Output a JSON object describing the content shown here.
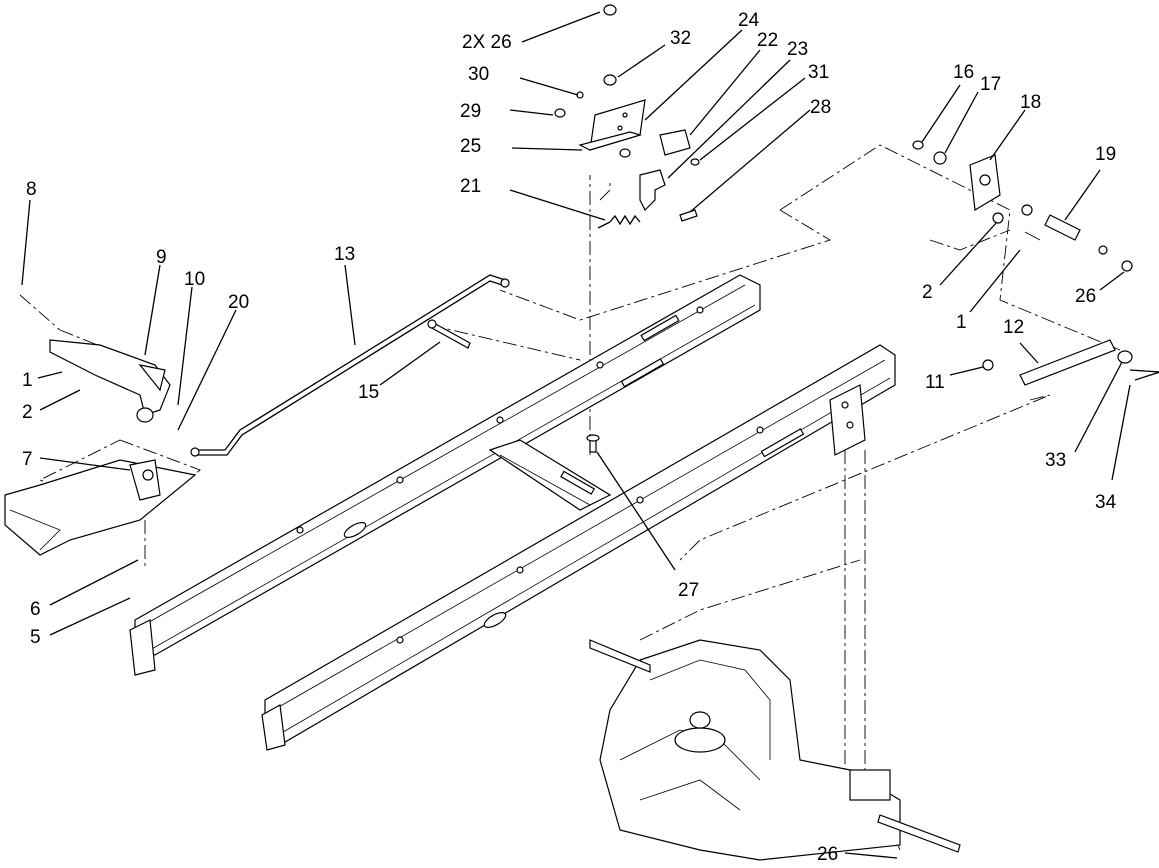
{
  "callouts": {
    "c2x26": "2X 26",
    "c32": "32",
    "c24": "24",
    "c22": "22",
    "c23": "23",
    "c30": "30",
    "c31": "31",
    "c29": "29",
    "c28": "28",
    "c25": "25",
    "c21": "21",
    "c16": "16",
    "c17": "17",
    "c18": "18",
    "c19": "19",
    "c8": "8",
    "c9": "9",
    "c10": "10",
    "c20": "20",
    "c13": "13",
    "c2a": "2",
    "c26b": "26",
    "c1a": "1",
    "c12": "12",
    "c1b": "1",
    "c2b": "2",
    "c15": "15",
    "c11": "11",
    "c33": "33",
    "c34": "34",
    "c7": "7",
    "c27": "27",
    "c6": "6",
    "c5": "5",
    "c26c": "26"
  }
}
